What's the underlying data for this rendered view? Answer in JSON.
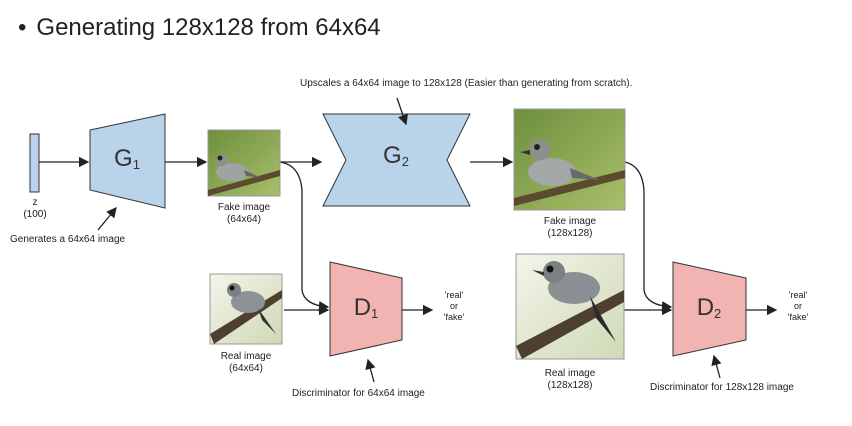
{
  "slide": {
    "bullet": "•",
    "title": "Generating 128x128 from 64x64"
  },
  "noise": {
    "label": "z",
    "dim": "(100)"
  },
  "annotations": {
    "g1_note": "Generates a 64x64 image",
    "g2_note": "Upscales a 64x64 image to 128x128 (Easier than generating from scratch).",
    "d1_note": "Discriminator for 64x64 image",
    "d2_note": "Discriminator for 128x128 image"
  },
  "blocks": {
    "g1": {
      "name": "G",
      "sub": "1",
      "color": "#b9d3ea"
    },
    "g2": {
      "name": "G",
      "sub": "2",
      "color": "#b9d3ea"
    },
    "d1": {
      "name": "D",
      "sub": "1",
      "color": "#f2b3b3"
    },
    "d2": {
      "name": "D",
      "sub": "2",
      "color": "#f2b3b3"
    }
  },
  "images": {
    "fake64": {
      "title": "Fake image",
      "size": "(64x64)"
    },
    "fake128": {
      "title": "Fake image",
      "size": "(128x128)"
    },
    "real64": {
      "title": "Real image",
      "size": "(64x64)"
    },
    "real128": {
      "title": "Real image",
      "size": "(128x128)"
    }
  },
  "outputs": {
    "d1": [
      "'real'",
      "or",
      "'fake'"
    ],
    "d2": [
      "'real'",
      "or",
      "'fake'"
    ]
  }
}
